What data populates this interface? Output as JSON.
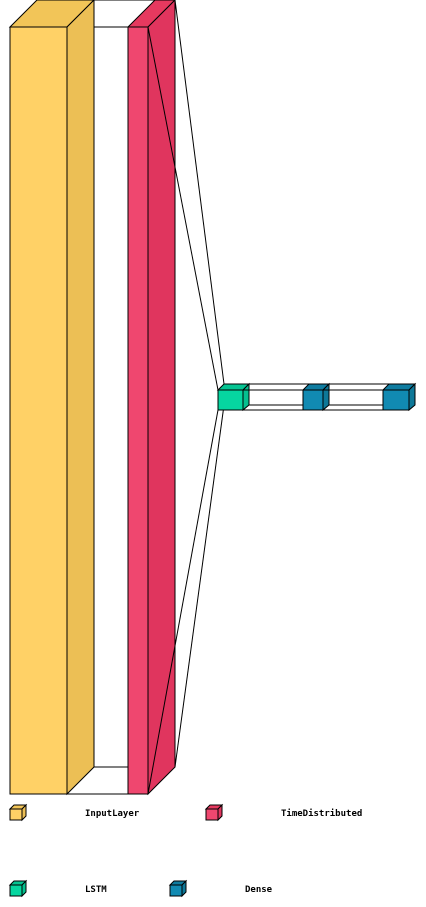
{
  "layers": [
    {
      "type": "InputLayer",
      "color": "#FFD166",
      "side": "#ECBF55",
      "top": "#F2C558"
    },
    {
      "type": "TimeDistributed",
      "color": "#EF476F",
      "side": "#E0355E",
      "top": "#E6395F"
    },
    {
      "type": "LSTM",
      "color": "#06D6A0",
      "side": "#05C08F",
      "top": "#05C492"
    },
    {
      "type": "Dense",
      "color": "#118AB2",
      "side": "#0E7898",
      "top": "#0F7CA0"
    }
  ],
  "legend": {
    "items": [
      {
        "label": "InputLayer",
        "color": "#FFD166"
      },
      {
        "label": "TimeDistributed",
        "color": "#EF476F"
      },
      {
        "label": "LSTM",
        "color": "#06D6A0"
      },
      {
        "label": "Dense",
        "color": "#118AB2"
      }
    ]
  }
}
